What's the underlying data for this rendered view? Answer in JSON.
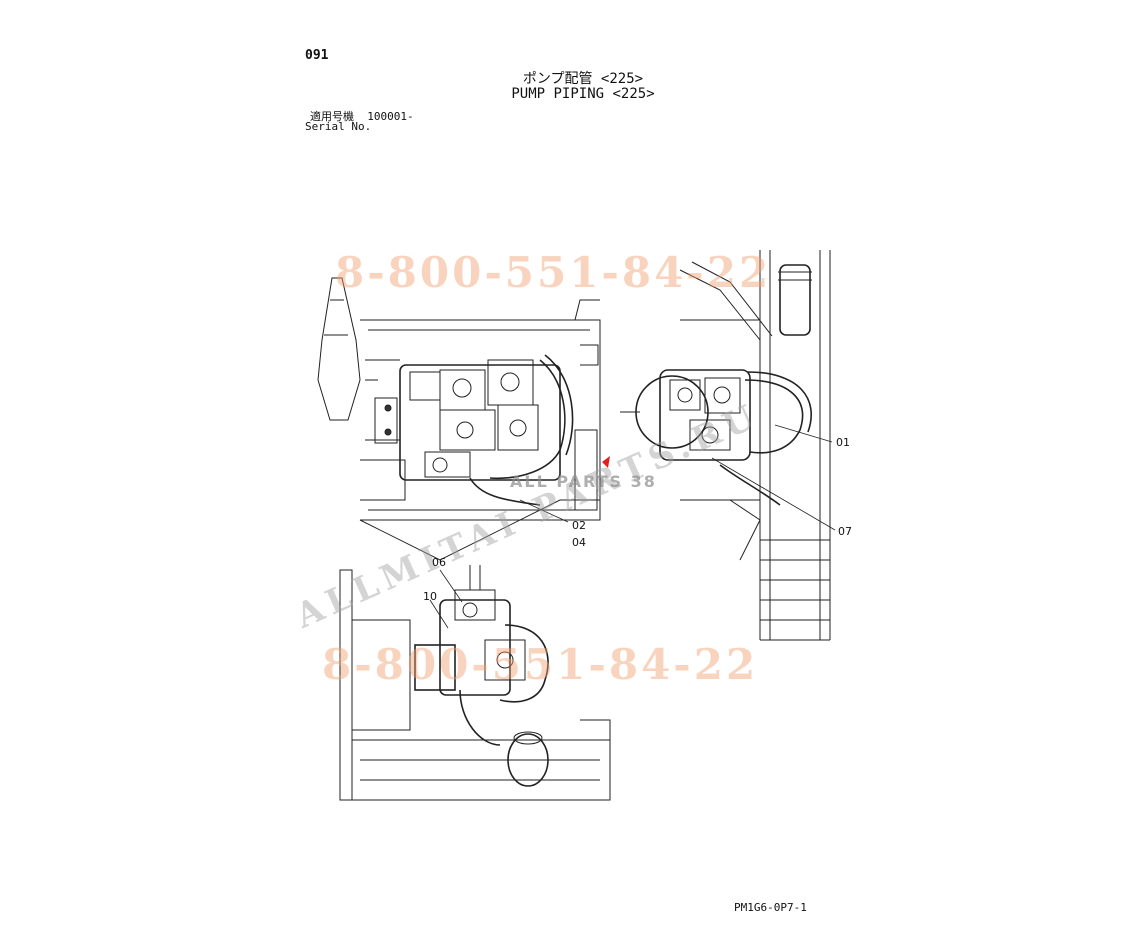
{
  "page_number": "091",
  "title": {
    "japanese": "ポンプ配管 <225>",
    "english": "PUMP PIPING <225>"
  },
  "serial": {
    "label_japanese": "適用号機",
    "value": "100001-",
    "label_english": "Serial No."
  },
  "callouts": {
    "c01": "01",
    "c02": "02",
    "c04": "04",
    "c06": "06",
    "c07": "07",
    "c10": "10"
  },
  "watermarks": {
    "phone": "8-800-551-84-22",
    "site": "ALLMITAI PARTS.RU",
    "brand": "ALL PARTS 38"
  },
  "footer_code": "PM1G6-0P7-1"
}
